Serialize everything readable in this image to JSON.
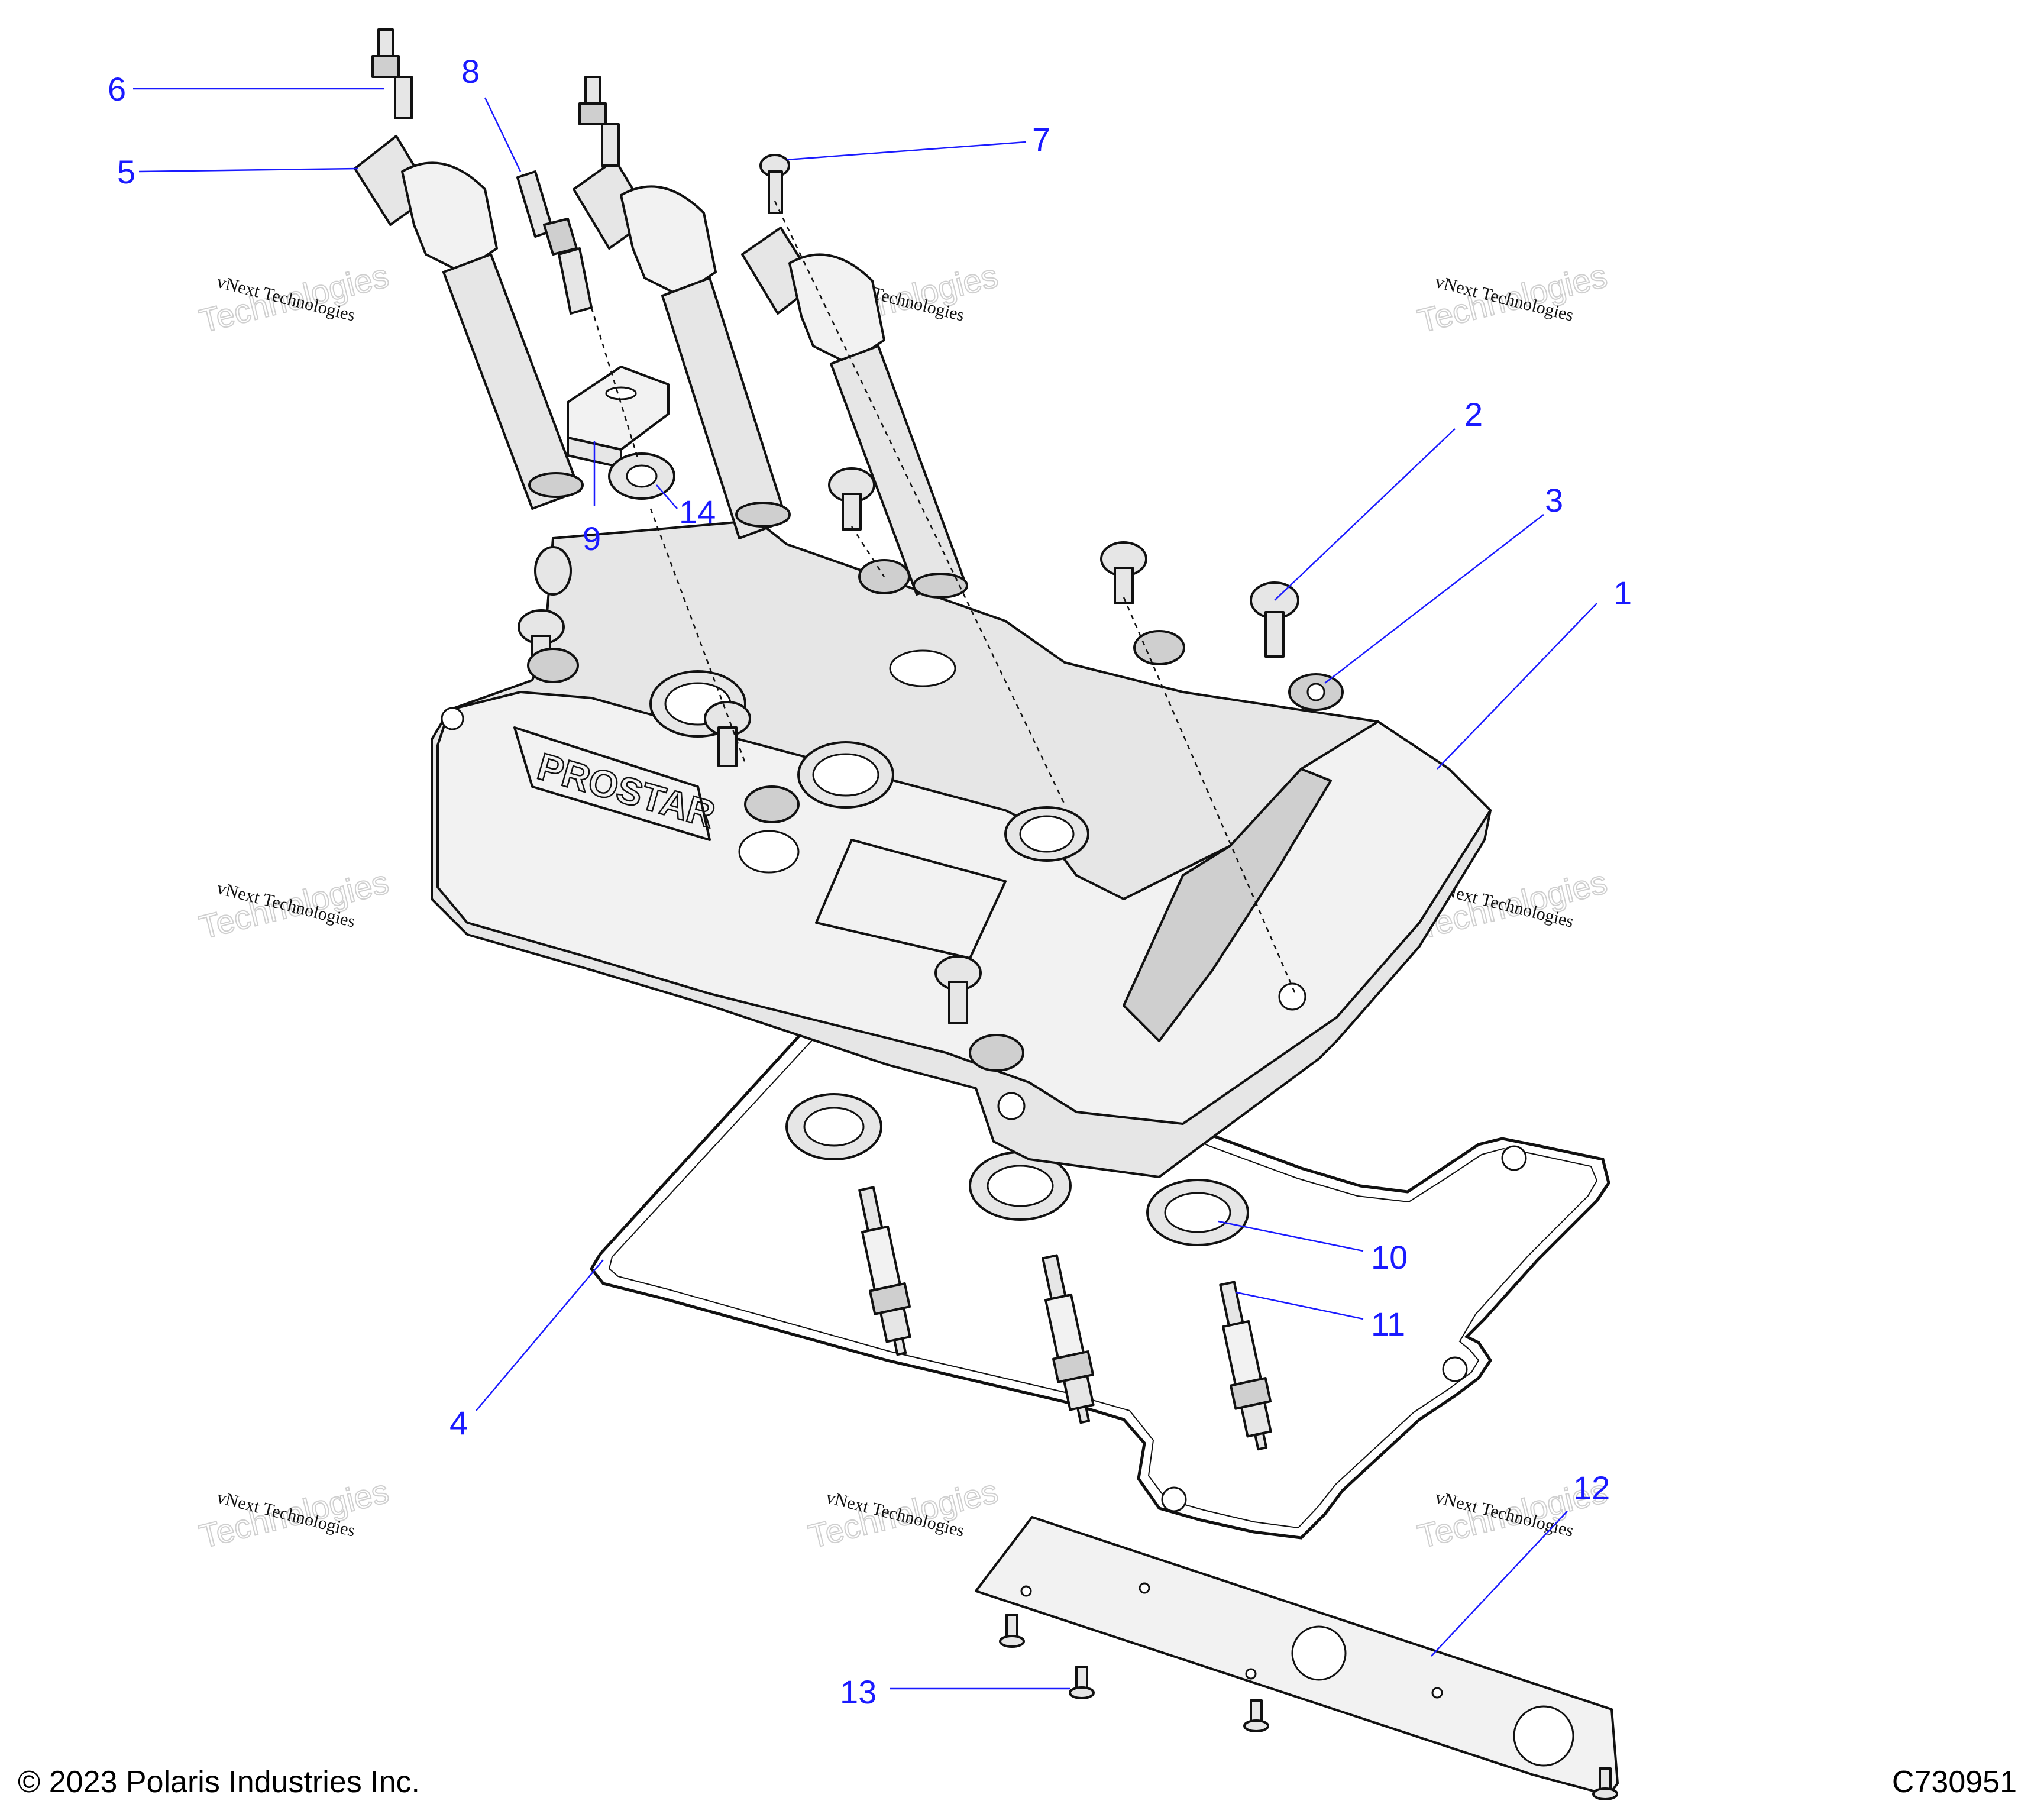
{
  "callouts": [
    {
      "id": "1",
      "label": "1"
    },
    {
      "id": "2",
      "label": "2"
    },
    {
      "id": "3",
      "label": "3"
    },
    {
      "id": "4",
      "label": "4"
    },
    {
      "id": "5",
      "label": "5"
    },
    {
      "id": "6",
      "label": "6"
    },
    {
      "id": "7",
      "label": "7"
    },
    {
      "id": "8",
      "label": "8"
    },
    {
      "id": "9",
      "label": "9"
    },
    {
      "id": "10",
      "label": "10"
    },
    {
      "id": "11",
      "label": "11"
    },
    {
      "id": "12",
      "label": "12"
    },
    {
      "id": "13",
      "label": "13"
    },
    {
      "id": "14",
      "label": "14"
    }
  ],
  "cover_logo": "PROSTAR",
  "watermark": {
    "line1": "vNext Technologies",
    "line2": "Technologies"
  },
  "footer": {
    "copyright": "© 2023 Polaris Industries Inc.",
    "code": "C730951"
  },
  "colors": {
    "callout": "#1a1aff",
    "line": "#111111",
    "part_fill": "#e6e6e6"
  }
}
